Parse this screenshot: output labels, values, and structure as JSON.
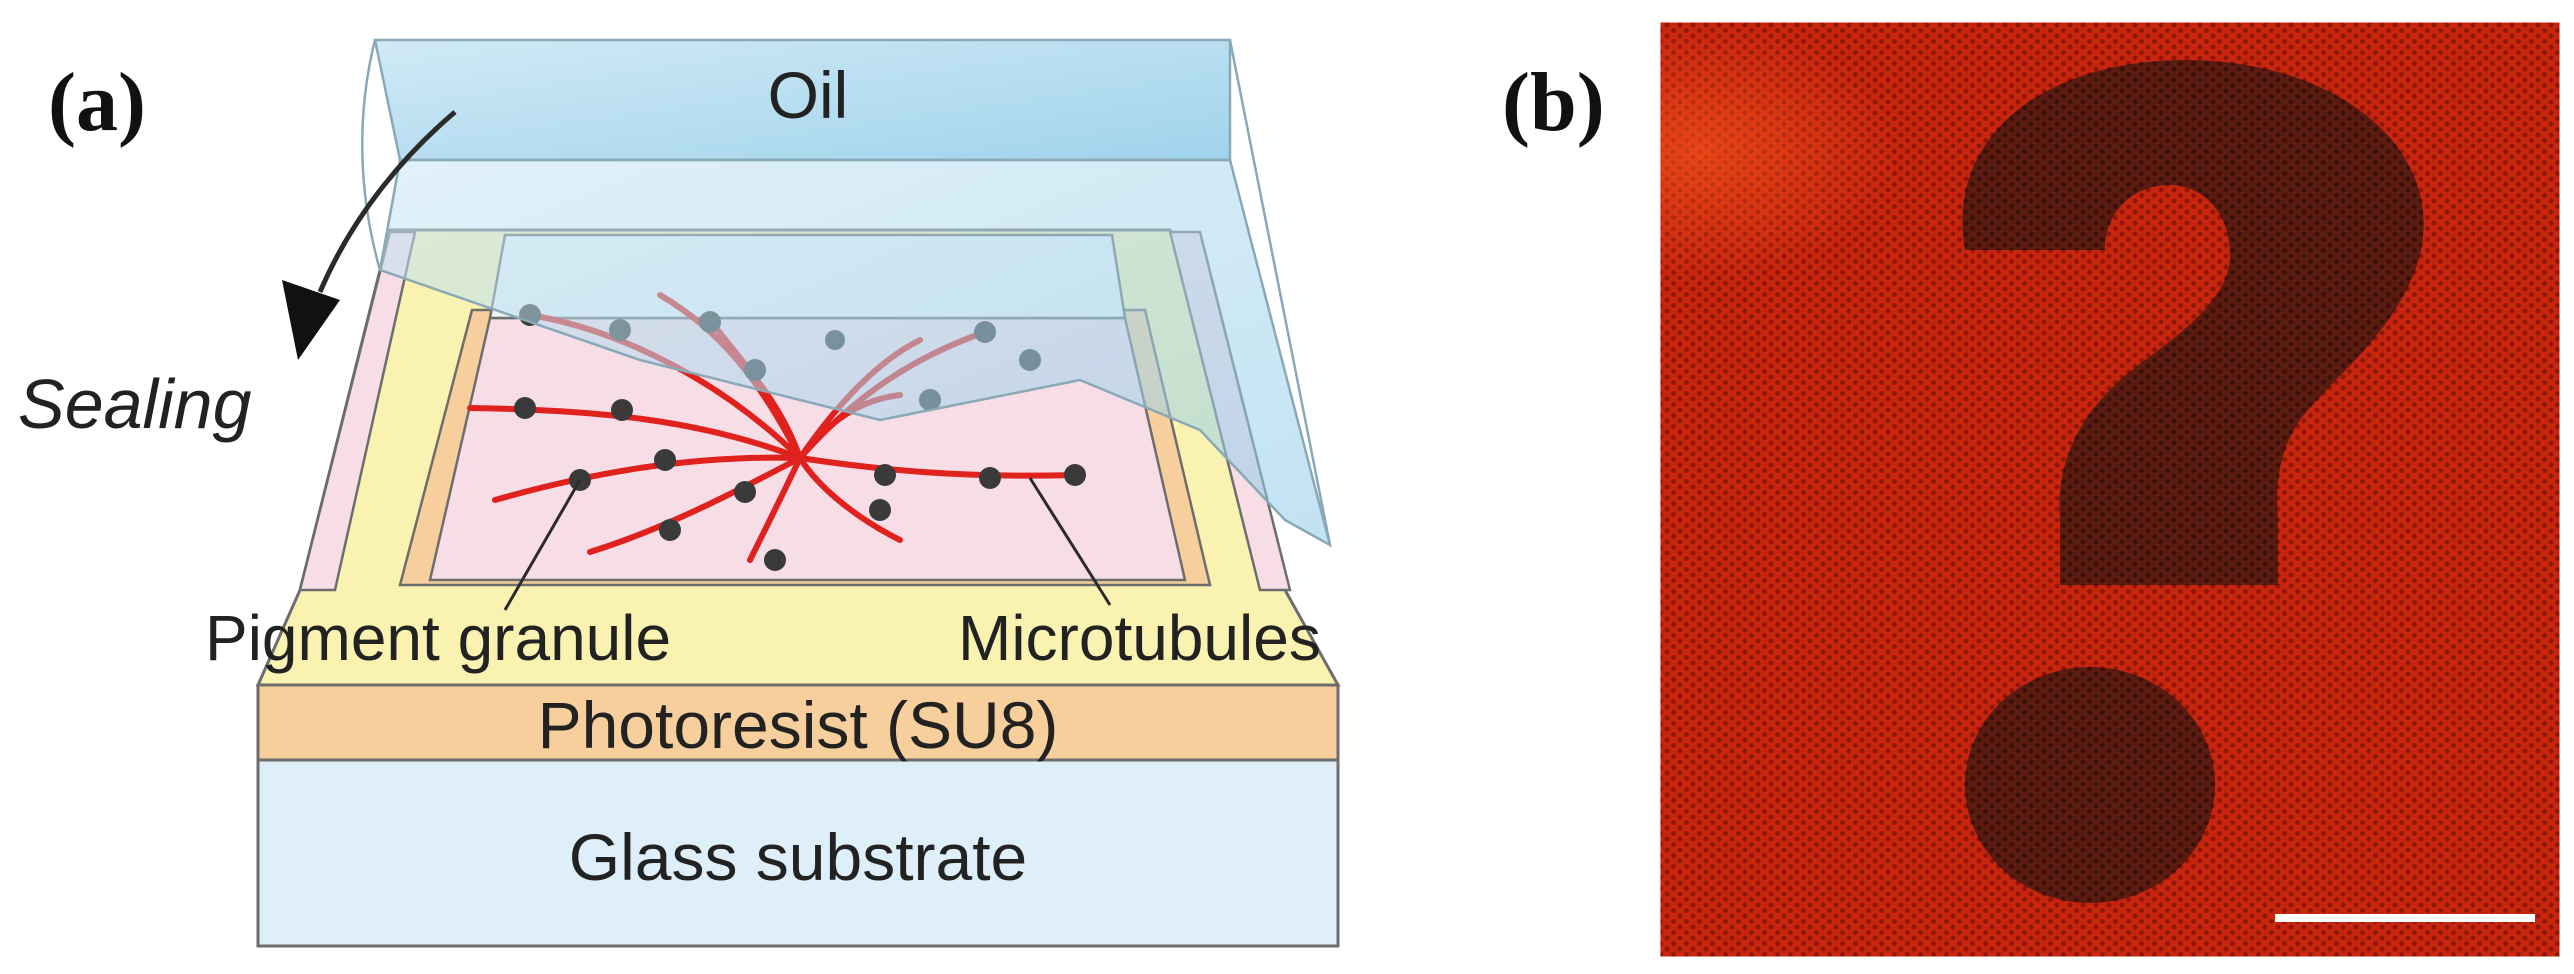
{
  "panel_a": {
    "label": "(a)",
    "layers": {
      "oil": "Oil",
      "photoresist": "Photoresist (SU8)",
      "glass": "Glass substrate"
    },
    "annotations": {
      "sealing": "Sealing",
      "pigment": "Pigment granule",
      "microtubules": "Microtubules"
    },
    "colors": {
      "oil": "#bfe1f2",
      "photoresist": "#f6cf9c",
      "glass": "#deeffa",
      "top_surface": "#f9f2b0",
      "well_floor": "#f6dde6",
      "microtubule": "#e0221f",
      "granule": "#3a3a3a"
    }
  },
  "panel_b": {
    "label": "(b)",
    "colors": {
      "background": "#c8250f",
      "dark_region": "#5c1b10",
      "scale_bar": "#ffffff"
    }
  }
}
